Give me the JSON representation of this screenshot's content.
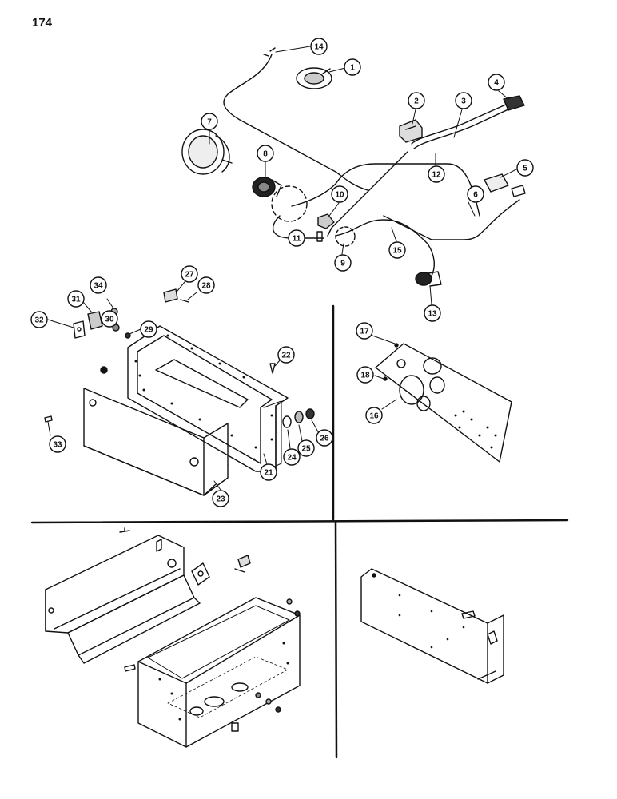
{
  "page": {
    "number": "174"
  },
  "callouts": [
    "1",
    "2",
    "3",
    "4",
    "5",
    "6",
    "7",
    "8",
    "9",
    "10",
    "11",
    "12",
    "13",
    "14",
    "15",
    "16",
    "17",
    "18",
    "21",
    "22",
    "23",
    "24",
    "25",
    "26",
    "27",
    "28",
    "29",
    "30",
    "31",
    "32",
    "33",
    "34"
  ],
  "colors": {
    "ink": "#111111",
    "paper": "#ffffff",
    "shade": "#8a8a8a"
  }
}
